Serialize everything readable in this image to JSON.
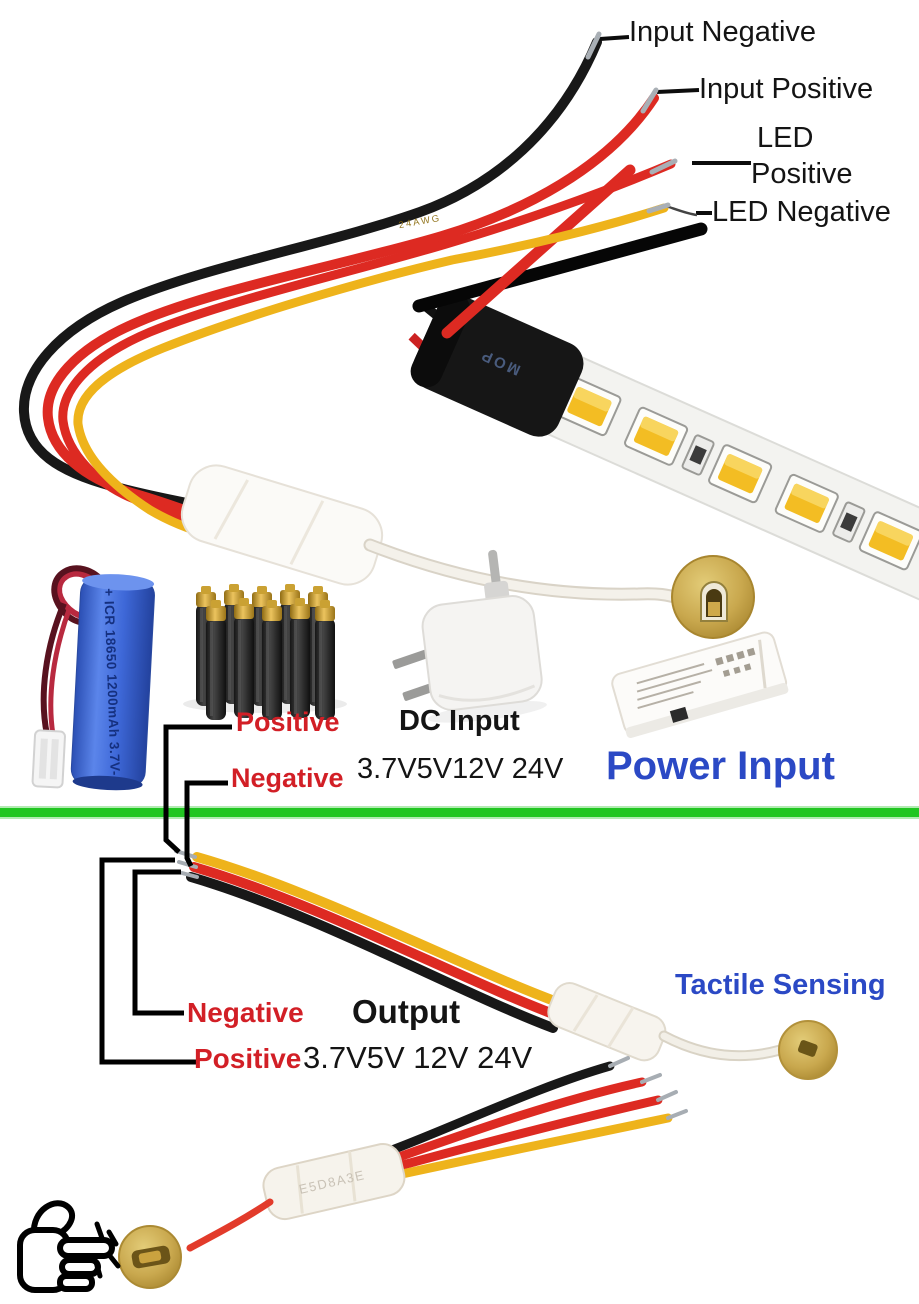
{
  "top_labels": {
    "input_negative": "Input Negative",
    "input_positive": "Input Positive",
    "led_positive_line1": "LED",
    "led_positive_line2": "Positive",
    "led_negative": "LED Negative"
  },
  "power_section": {
    "positive_label": "Positive",
    "negative_label": "Negative",
    "dc_input_label": "DC Input",
    "dc_voltage_label": "3.7V5V12V 24V",
    "power_input_label": "Power Input",
    "battery_print": "+ ICR 18650 1200mAh 3.7V-"
  },
  "output_section": {
    "negative_label": "Negative",
    "output_label": "Output",
    "positive_label": "Positive",
    "output_voltage_label": "3.7V5V 12V 24V",
    "tactile_label": "Tactile Sensing"
  },
  "markings": {
    "strip_shrink": "MOP",
    "wire_gauge": "24AWG",
    "module_code": "E5D8A3E"
  },
  "colors": {
    "label_red": "#d21f26",
    "label_blue": "#2b49c5",
    "label_black": "#141414",
    "divider_green": "#21c621",
    "wire_black": "#181818",
    "wire_red": "#dd2a22",
    "wire_yellow": "#eeb31b",
    "brass": "#c9a84e"
  }
}
